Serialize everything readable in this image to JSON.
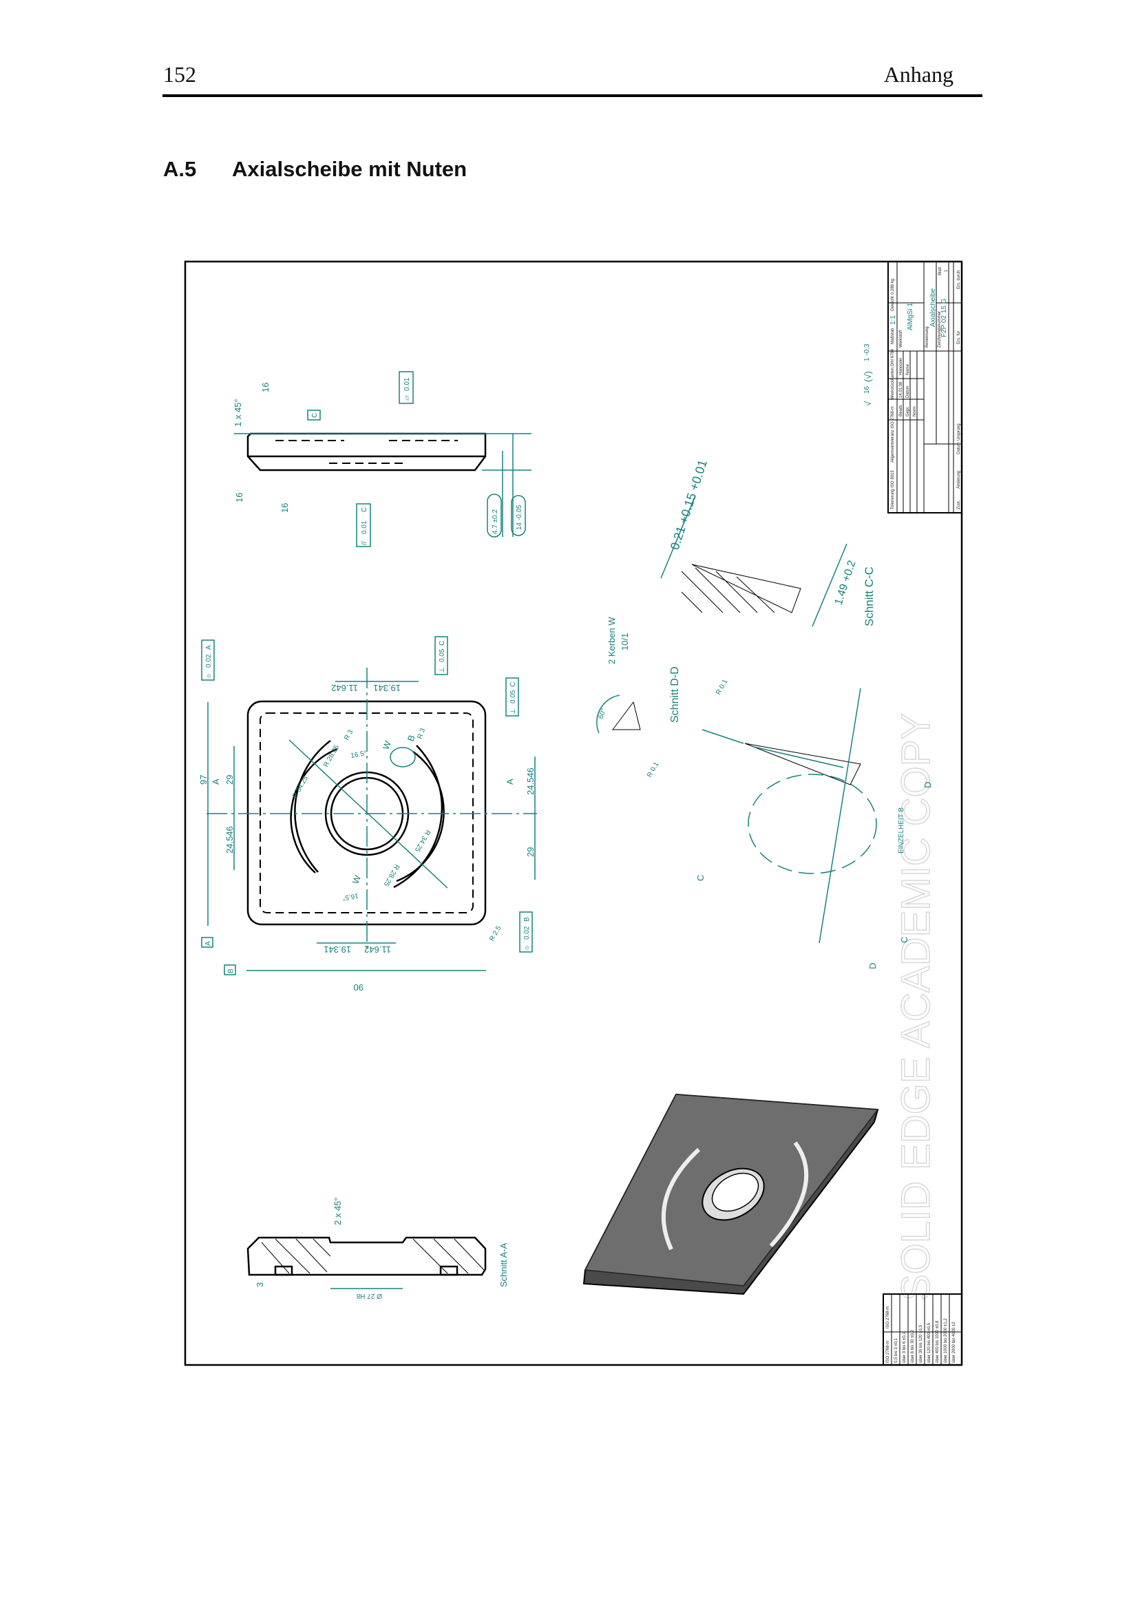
{
  "header": {
    "page_number": "152",
    "chapter": "Anhang"
  },
  "section": {
    "number": "A.5",
    "title": "Axialscheibe mit Nuten"
  },
  "drawing": {
    "watermark": "SOLID EDGE ACADEMIC COPY",
    "side_view": {
      "chamfer": "1 x 45°",
      "roughness": [
        "16",
        "16",
        "16"
      ],
      "datum_c": "C",
      "flatness": [
        "⏥",
        "0.01"
      ],
      "parallelism": [
        "//",
        "0.01",
        "C"
      ],
      "thickness_groove": "4.7 ±0.2",
      "thickness_total": "14 -0.05"
    },
    "front_view": {
      "symmetry_a": [
        "⌯",
        "0.02",
        "A"
      ],
      "symmetry_b": [
        "⌯",
        "0.02",
        "B"
      ],
      "perp_top": [
        "⊥",
        "0.05",
        "C"
      ],
      "perp_right": [
        "⊥",
        "0.05",
        "C"
      ],
      "datum_a": "A",
      "datum_b": "B",
      "dims": {
        "height": "97",
        "width": "90",
        "top_left": "11.642",
        "top_right": "19.341",
        "bottom_left": "19.341",
        "bottom_right": "11.642",
        "left_upper": "29",
        "left_lower": "24.546",
        "right_upper": "24.546",
        "right_lower": "29",
        "r_outer_1": "R 34.25",
        "r_inner_1": "R 28.25",
        "r_outer_2": "R 34.25",
        "r_inner_2": "R 28.25",
        "r3_1": "R 3",
        "r3_2": "R 3",
        "r_corner": "R 2.5",
        "angle_top": "16.5°",
        "angle_bottom": "16.5°",
        "notch_w1": "W",
        "notch_w2": "W",
        "detail_b": "B",
        "section_a_left": "A",
        "section_a_right": "A"
      }
    },
    "section_aa": {
      "label": "Schnitt A-A",
      "chamfer": "2 x 45°",
      "groove_depth": "3",
      "bore": "Ø 27 H8"
    },
    "section_cc": {
      "label": "Schnitt C-C",
      "dim1": "0.21 +0.15 +0.01",
      "dim2": "1.49 +0.2"
    },
    "section_dd": {
      "label": "Schnitt D-D",
      "note": "2 Kerben W",
      "scale": "10/1",
      "angle": "60°",
      "r1": "R 0.1",
      "r2": "R 0.1"
    },
    "detail_b": {
      "label": "EINZELHEIT B",
      "cut_c": "C",
      "cut_d1": "D",
      "cut_d2": "D",
      "cut_c2": "C"
    },
    "surface_note": [
      "√",
      "16",
      "(√)",
      "1 -0.3"
    ],
    "title_block": {
      "tolerancing": "Tolerierung ISO 8015",
      "general_tol": "Allgemeintoleranz ISO 2768-m",
      "edges": "Werkstückkanten DIN 6784",
      "scale_label": "Maßstab",
      "scale": "1:1",
      "mass_label": "Gewicht",
      "mass": "0.288 kg",
      "material_label": "Werkstoff",
      "material": "AlMgSi 1",
      "name_label": "Benennung",
      "name": "Axialscheibe",
      "number_label": "Zeichnungsnummer",
      "number": "F2P 02 15 G",
      "date_label": "Datum",
      "date": "14.01.08",
      "drawn_label": "Bearb.",
      "checked_label": "Gepr.",
      "norm_label": "Norm",
      "person_label": "Name",
      "person": "Hanoseki",
      "sheet_label": "Blatt",
      "sheet": "1",
      "rev_cols": [
        "Zust.",
        "Änderung",
        "Datum",
        "Name"
      ],
      "origin": "Ursprung",
      "replaces": "Ers. für",
      "replaced_by": "Ers. durch"
    },
    "tolerance_table": {
      "heading_left": "ISO 2768-m",
      "heading_right": "ISO 2768-m",
      "rows": [
        "0,5 bis 3 ±0,1",
        "über 3 bis 6 ±0,1",
        "über 6 bis 30 ±0,2",
        "über 30 bis 120 ±0,3",
        "über 120 bis 400 ±0,5",
        "über 400 bis 1000 ±0,8",
        "über 1000 bis 2000 ±1,2",
        "über 2000 bis 4000 ±2"
      ]
    }
  }
}
